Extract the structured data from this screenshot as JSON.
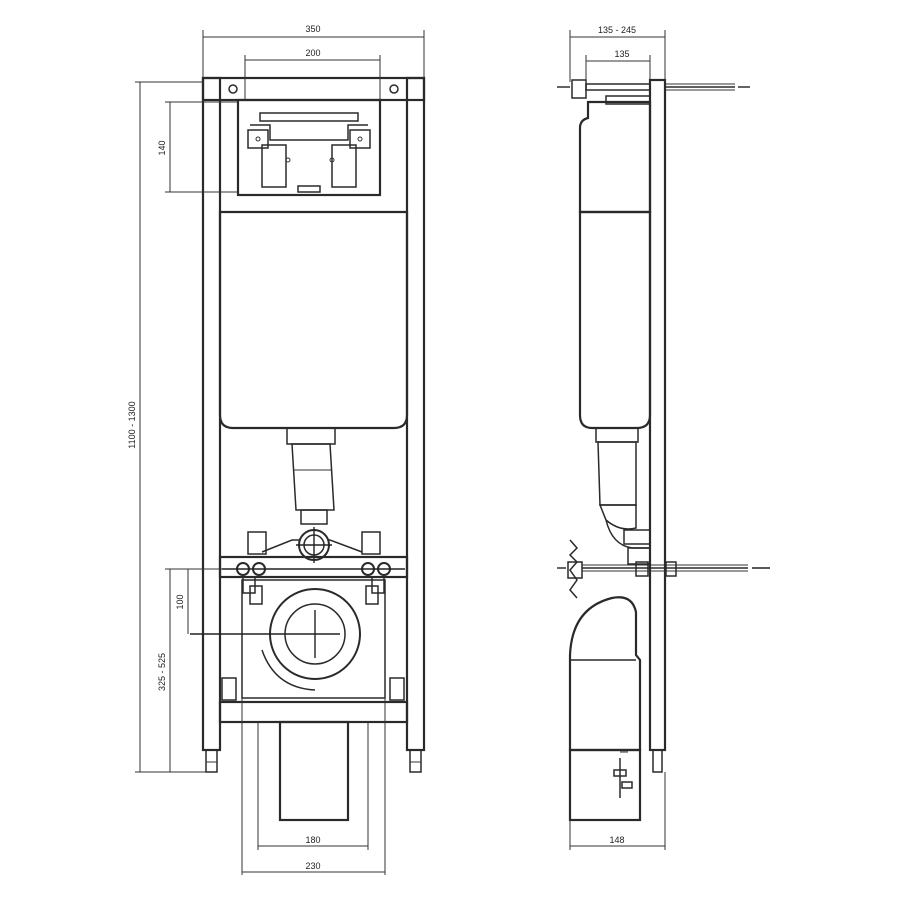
{
  "front_view": {
    "dim_total_width": "350",
    "dim_top_plate": "200",
    "dim_cistern_opening_height": "140",
    "dim_frame_height": "1100 - 1300",
    "dim_drain_offset": "100",
    "dim_drain_height": "325 - 525",
    "dim_bottom_inner": "180",
    "dim_bottom_outer": "230"
  },
  "side_view": {
    "dim_depth_range": "135 - 245",
    "dim_depth": "135",
    "dim_bottom_depth": "148"
  },
  "colors": {
    "line": "#2a2a2a",
    "hatch": "#9a9a9a",
    "background": "#ffffff"
  }
}
